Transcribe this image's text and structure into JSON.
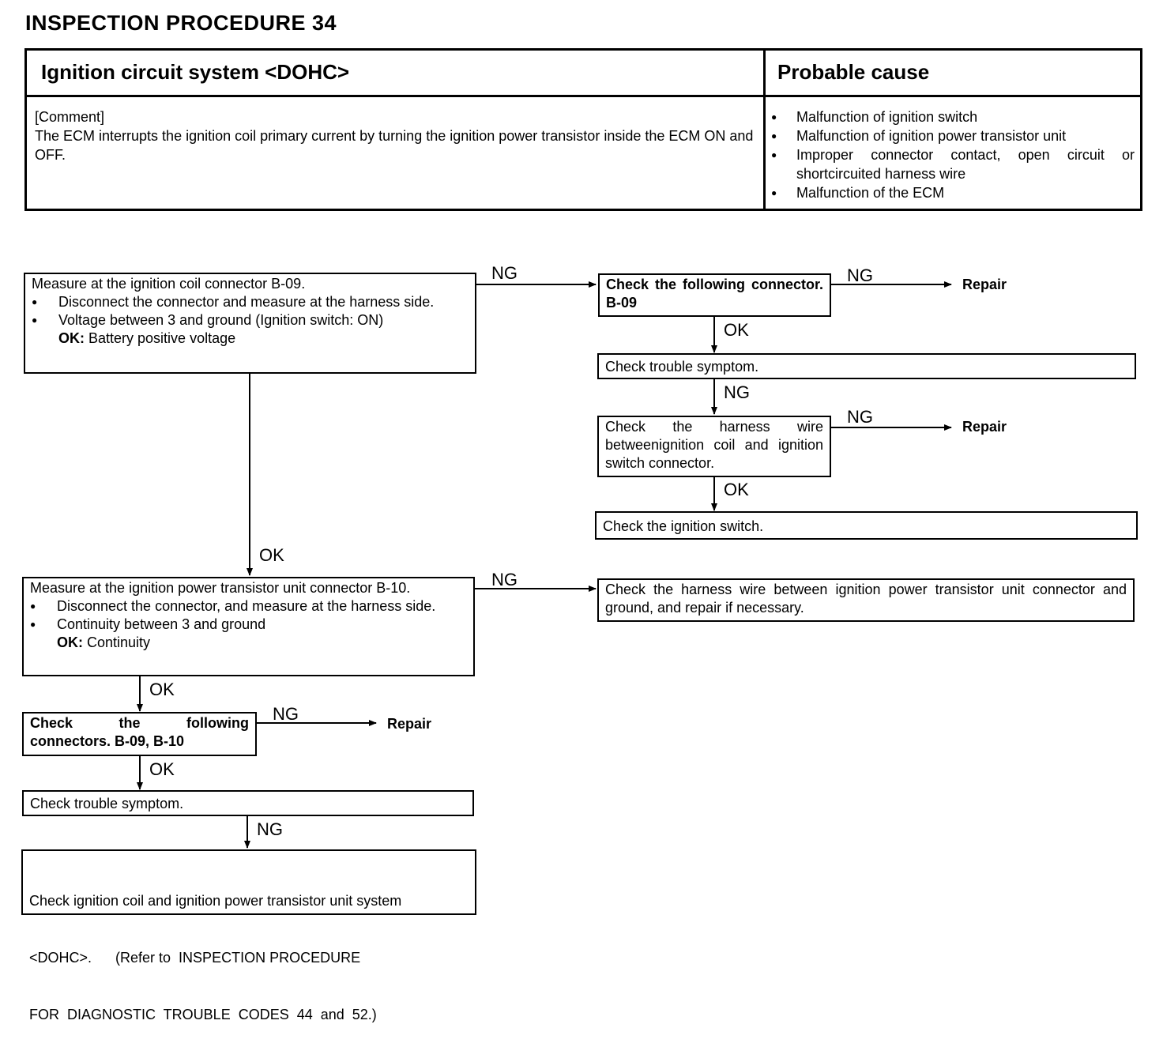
{
  "page_title": "INSPECTION  PROCEDURE  34",
  "header": {
    "title": "Ignition circuit system <DOHC>",
    "cause_heading": "Probable cause",
    "comment_label": "[Comment]",
    "comment_text": "The ECM interrupts the ignition coil primary current by turning the ignition power transistor inside the ECM ON and OFF.",
    "causes": [
      "Malfunction of ignition switch",
      "Malfunction of ignition power transistor unit",
      "Improper connector contact, open circuit or shortcircuited harness wire",
      "Malfunction of the ECM"
    ]
  },
  "flow": {
    "step1": {
      "title": "Measure at the ignition coil connector B-09.",
      "bullet1": "Disconnect the connector and measure at the harness side.",
      "bullet2": "Voltage between 3 and ground (Ignition switch: ON)",
      "ok_label": "OK:",
      "ok_value": "Battery positive voltage"
    },
    "step1_ng": "Check the following connector. B-09",
    "step1_trouble": "Check trouble symptom.",
    "step1_harness": "Check the harness wire betweenignition coil and ignition switch connector.",
    "step1_switch": "Check the ignition switch.",
    "step2": {
      "title": "Measure at the ignition power transistor unit connector B-10.",
      "bullet1": "Disconnect the connector, and measure at the harness side.",
      "bullet2": "Continuity between 3 and ground",
      "ok_label": "OK:",
      "ok_value": "Continuity"
    },
    "step2_ng": "Check the harness wire between ignition power transistor unit connector and ground, and repair if necessary.",
    "step3": "Check the following connectors. B-09, B-10",
    "step4": "Check trouble symptom.",
    "step5_line1": "Check ignition coil and ignition power transistor unit system",
    "step5_line2": "<DOHC>.      (Refer to  INSPECTION PROCEDURE",
    "step5_line3": "FOR  DIAGNOSTIC  TROUBLE  CODES  44  and  52.)",
    "labels": {
      "ng": "NG",
      "ok": "OK",
      "repair": "Repair"
    }
  }
}
